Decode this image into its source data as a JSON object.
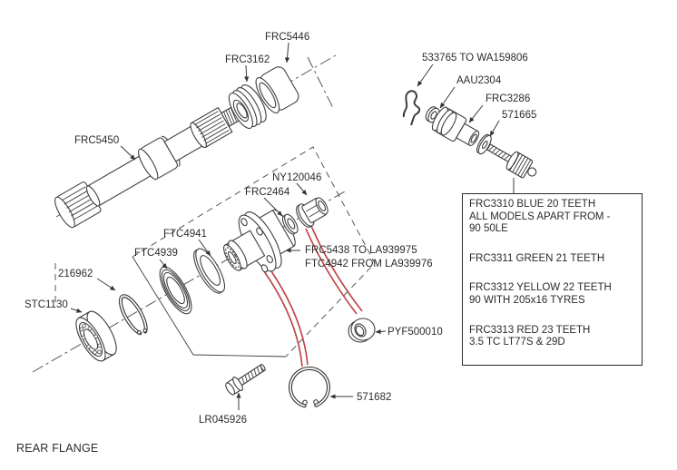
{
  "title": "REAR FLANGE",
  "colors": {
    "line": "#3d3d3d",
    "accent_red": "#bf4040",
    "text": "#2b2b2b",
    "background": "#ffffff"
  },
  "labels": {
    "frc5446": "FRC5446",
    "frc3162": "FRC3162",
    "frc5450": "FRC5450",
    "clip_range": "533765 TO WA159806",
    "aau2304": "AAU2304",
    "frc3286": "FRC3286",
    "n571665": "571665",
    "ny120046": "NY120046",
    "frc2464": "FRC2464",
    "ftc4941": "FTC4941",
    "ftc4939": "FTC4939",
    "flange_line1": "FRC5438 TO LA939975",
    "flange_line2": "FTC4942 FROM LA939976",
    "n216962": "216962",
    "stc1130": "STC1130",
    "pyf500010": "PYF500010",
    "n571682": "571682",
    "lr045926": "LR045926"
  },
  "ref_box": {
    "entries": [
      [
        "FRC3310 BLUE 20 TEETH",
        "ALL MODELS APART FROM -",
        "90 50LE"
      ],
      [
        "FRC3311 GREEN 21 TEETH"
      ],
      [
        "FRC3312 YELLOW 22 TEETH",
        "90 WITH 205x16 TYRES"
      ],
      [
        "FRC3313 RED 23 TEETH",
        "3.5 TC LT77S & 29D"
      ]
    ]
  }
}
